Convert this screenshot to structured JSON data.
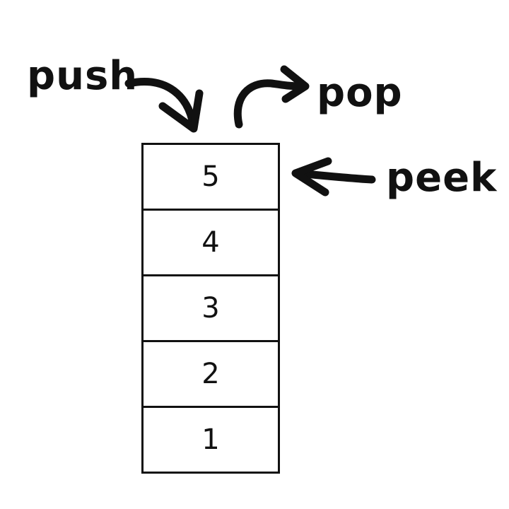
{
  "operations": {
    "push": "push",
    "pop": "pop",
    "peek": "peek"
  },
  "stack": {
    "items": [
      "5",
      "4",
      "3",
      "2",
      "1"
    ]
  },
  "colors": {
    "ink": "#111111",
    "background": "#ffffff"
  },
  "icons": [
    "push-arrow-icon",
    "pop-arrow-icon",
    "peek-arrow-icon"
  ]
}
